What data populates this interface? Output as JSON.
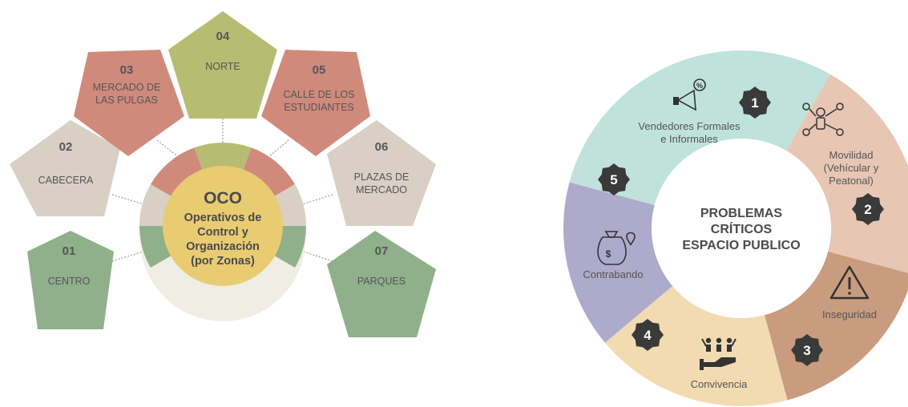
{
  "left_diagram": {
    "center": {
      "title": "OCO",
      "lines": [
        "Operativos de",
        "Control y",
        "Organización",
        "(por Zonas)"
      ]
    },
    "zones": [
      {
        "num": "01",
        "lines": [
          "CENTRO"
        ],
        "color": "#8fb08b"
      },
      {
        "num": "02",
        "lines": [
          "CABECERA"
        ],
        "color": "#d9cfc5"
      },
      {
        "num": "03",
        "lines": [
          "MERCADO DE",
          "LAS PULGAS"
        ],
        "color": "#d08a7c"
      },
      {
        "num": "04",
        "lines": [
          "NORTE"
        ],
        "color": "#b6bd72"
      },
      {
        "num": "05",
        "lines": [
          "CALLE DE LOS",
          "ESTUDIANTES"
        ],
        "color": "#d08a7c"
      },
      {
        "num": "06",
        "lines": [
          "PLAZAS DE",
          "MERCADO"
        ],
        "color": "#d9cfc5"
      },
      {
        "num": "07",
        "lines": [
          "PARQUES"
        ],
        "color": "#8fb08b"
      }
    ],
    "center_color": "#e9cc72"
  },
  "right_diagram": {
    "center_lines": [
      "PROBLEMAS",
      "CRÍTICOS",
      "ESPACIO PUBLICO"
    ],
    "segments": [
      {
        "num": "1",
        "lines": [
          "Vendedores Formales",
          "e Informales"
        ],
        "icon": "megaphone-icon",
        "color": "#bfe3da"
      },
      {
        "num": "2",
        "lines": [
          "Movilidad",
          "(Vehícular y",
          "Peatonal)"
        ],
        "icon": "network-people-icon",
        "color": "#e8c6b4"
      },
      {
        "num": "3",
        "lines": [
          "Inseguridad"
        ],
        "icon": "warning-icon",
        "color": "#c99c7f"
      },
      {
        "num": "4",
        "lines": [
          "Convivencia"
        ],
        "icon": "community-icon",
        "color": "#f3dbb1"
      },
      {
        "num": "5",
        "lines": [
          "Contrabando"
        ],
        "icon": "money-bag-icon",
        "color": "#aeaacc"
      }
    ]
  }
}
